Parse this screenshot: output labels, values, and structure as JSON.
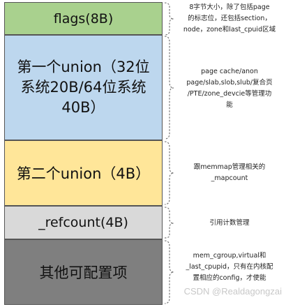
{
  "blocks": [
    {
      "label": "flags(8B)"
    },
    {
      "line1": "第一个union（32位",
      "line2": "系统20B/64位系统",
      "line3": "40B）"
    },
    {
      "label": "第二个union（4B）"
    },
    {
      "label": "_refcount(4B)"
    },
    {
      "label": "其他可配置项"
    }
  ],
  "notes": [
    {
      "text": "8字节大小，除了包括page\n的标志位，还包括section，\nnode，zone和last_cpuid区域"
    },
    {
      "text": "page cache/anon\npage/slab,slob,slub/复合页\n/PTE/zone_devcie等管理功\n能"
    },
    {
      "text": "跟memmap管理相关的\n_mapcount"
    },
    {
      "text": "引用计数管理"
    },
    {
      "text": "mem_cgroup,virtual和\n_last_cpupid，只有在内核配\n置相应的config，才使能"
    }
  ],
  "watermark": "CSDN @Realdagongzai"
}
